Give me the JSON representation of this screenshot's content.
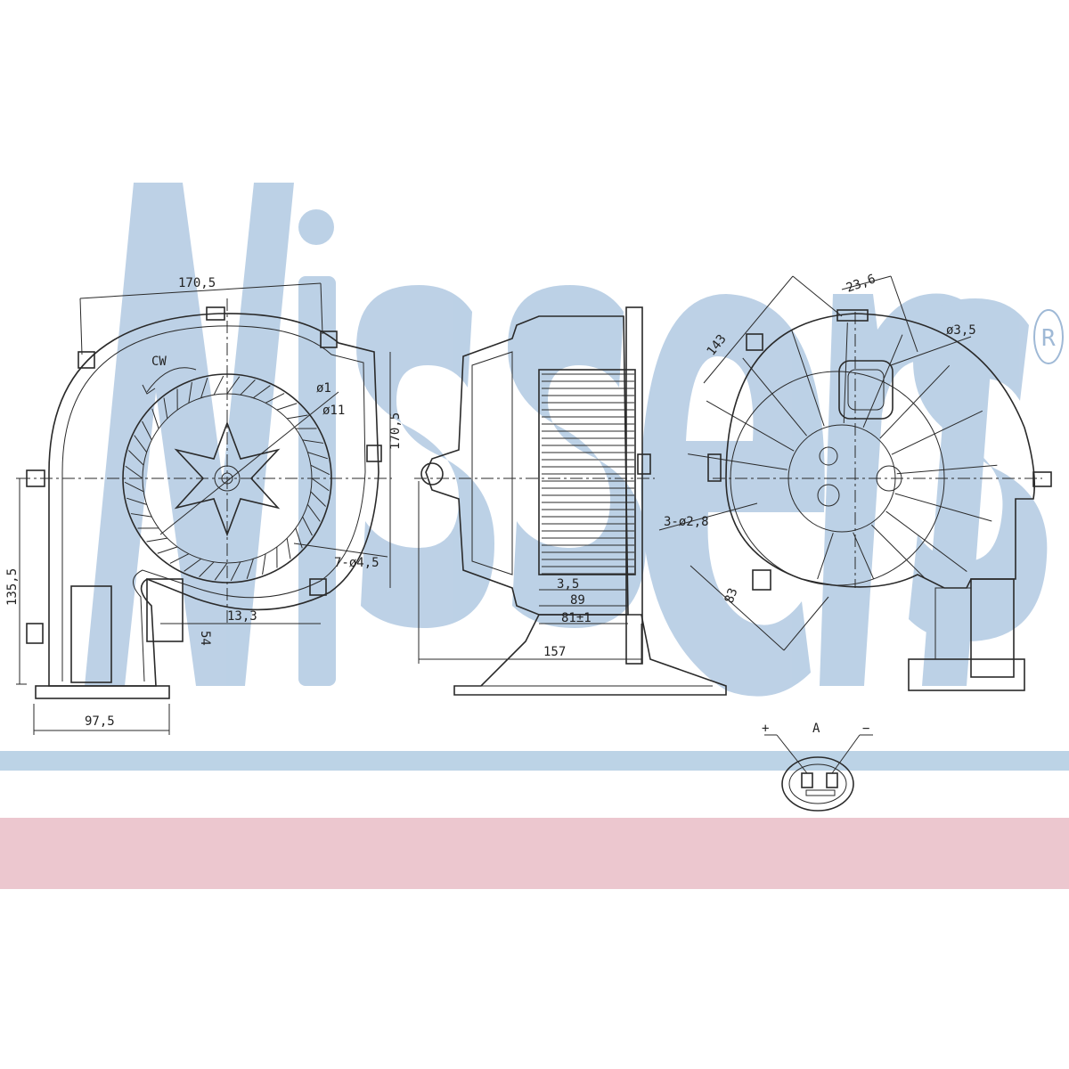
{
  "watermark": {
    "brand_mark": "Nissens",
    "registered_symbol": "R",
    "color": "#b9cfe5"
  },
  "bands": {
    "blue": "#bcd3e6",
    "pink": "#ecc7cf"
  },
  "left_view": {
    "dim_width": "170,5",
    "dim_rotation": "CW",
    "dim_dia_a": "ø1",
    "dim_dia_b": "ø11",
    "dim_height_right": "170,5",
    "dim_holes": "7-ø4,5",
    "dim_left_height": "135,5",
    "dim_offset": "13,3",
    "dim_outlet": "54",
    "dim_base": "97,5"
  },
  "middle_view": {
    "dim_a": "3,5",
    "dim_b": "89",
    "dim_c": "81±1",
    "dim_total": "157"
  },
  "right_view": {
    "dim_diag": "143",
    "dim_top": "23,6",
    "dim_hole": "ø3,5",
    "dim_holes": "3-ø2,8",
    "dim_bottom": "83"
  },
  "connector": {
    "plus": "+",
    "minus": "−",
    "label": "A"
  }
}
